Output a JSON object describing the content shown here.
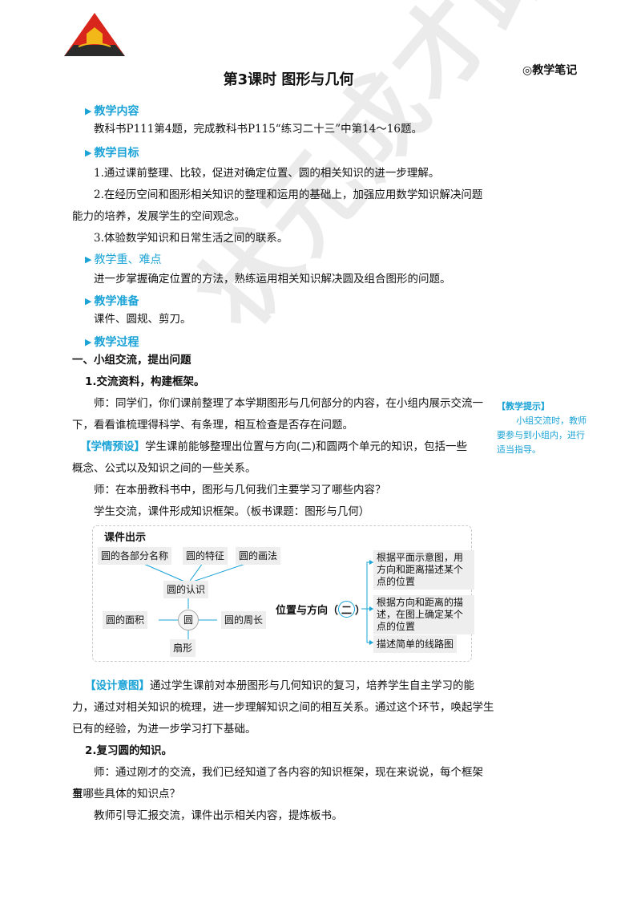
{
  "header": {
    "notes_label": "◎教学笔记"
  },
  "watermark": "状元成才路",
  "title": "第3课时  图形与几何",
  "sections": {
    "content": "教学内容",
    "objectives": "教学目标",
    "key_points": "教学重、难点",
    "prep": "教学准备",
    "process": "教学过程"
  },
  "body": {
    "content_text": "教科书P111第4题，完成教科书P115“练习二十三”中第14～16题。",
    "obj1": "1.通过课前整理、比较，促进对确定位置、圆的相关知识的进一步理解。",
    "obj2a": "2.在经历空间和图形相关知识的整理和运用的基础上，加强应用数学知识解决问题",
    "obj2b": "能力的培养，发展学生的空间观念。",
    "obj3": "3.体验数学知识和日常生活之间的联系。",
    "key_text": "进一步掌握确定位置的方法，熟练运用相关知识解决圆及组合图形的问题。",
    "prep_text": "课件、圆规、剪刀。",
    "step1_title": "一、小组交流，提出问题",
    "sub1": "1.交流资料，构建框架。",
    "p1a": "师：同学们，你们课前整理了本学期图形与几何部分的内容，在小组内展示交流一",
    "p1b": "下，看看谁梳理得科学、有条理，相互检查是否存在问题。",
    "xq_label": "【学情预设】",
    "xq_a": "学生课前能够整理出位置与方向(二)和圆两个单元的知识，包括一些",
    "xq_b": "概念、公式以及知识之间的一些关系。",
    "p2": "师：在本册教科书中，图形与几何我们主要学习了哪些内容？",
    "p3": "学生交流，课件形成知识框架。（板书课题：图形与几何）",
    "sj_label": "【设计意图】",
    "sj_a": "通过学生课前对本册图形与几何知识的复习，培养学生自主学习的能",
    "sj_b": "力，通过对相关知识的梳理，进一步理解知识之间的相互关系。通过这个环节，唤起学生",
    "sj_c": "已有的经验，为进一步学习打下基础。",
    "sub2": "2.复习圆的知识。",
    "p4a": "师：通过刚才的交流，我们已经知道了各内容的知识框架，现在来说说，每个框架里",
    "p4b": "有哪些具体的知识点？",
    "p5": "教师引导汇报交流，课件出示相关内容，提炼板书。"
  },
  "tip": {
    "title": "【教学提示】",
    "text": "小组交流时，教师要参与到小组内，进行适当指导。"
  },
  "diagram": {
    "title": "课件出示",
    "box_parts": "圆的各部分名称",
    "box_features": "圆的特征",
    "box_draw": "圆的画法",
    "box_know": "圆的认识",
    "box_area": "圆的面积",
    "circle": "圆",
    "box_perim": "圆的周长",
    "box_sector": "扇形",
    "center_a": "位置与方向（",
    "center_b": "二",
    "center_c": "）",
    "r1": "根据平面示意图，用方向和距离描述某个点的位置",
    "r2": "根据方向和距离的描述，在图上确定某个点的位置",
    "r3": "描述简单的线路图"
  },
  "colors": {
    "accent": "#1aa3d6",
    "logo_red": "#d9261c",
    "logo_gold": "#f2b718"
  }
}
